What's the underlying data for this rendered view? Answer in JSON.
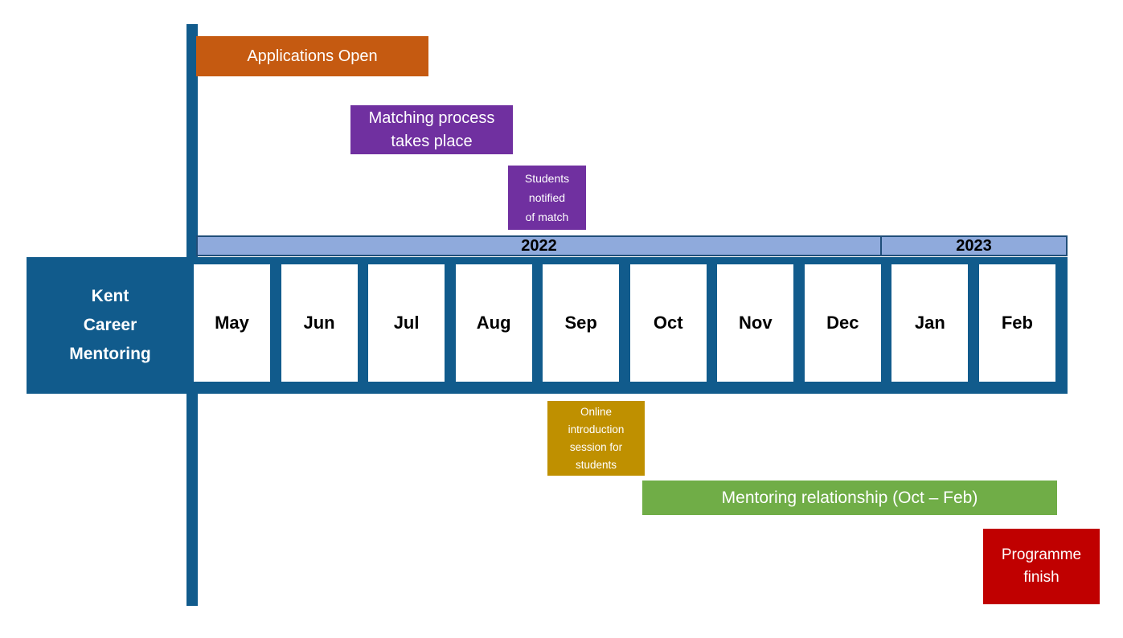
{
  "slide": {
    "title": "Kent\nCareer\nMentoring"
  },
  "year_bar": {
    "years": [
      {
        "label": "2022"
      },
      {
        "label": "2023"
      }
    ]
  },
  "months": [
    "May",
    "Jun",
    "Jul",
    "Aug",
    "Sep",
    "Oct",
    "Nov",
    "Dec",
    "Jan",
    "Feb"
  ],
  "events": {
    "applications_open": {
      "label": "Applications Open",
      "color": "#C55A11"
    },
    "matching_process": {
      "label": "Matching process\ntakes place",
      "color": "#7030A0"
    },
    "students_notified": {
      "label": "Students\nnotified\nof match",
      "color": "#7030A0"
    },
    "online_introduction": {
      "label": "Online\nintroduction\nsession for\nstudents",
      "color": "#BF9000"
    },
    "mentoring_relationship": {
      "label": "Mentoring relationship (Oct – Feb)",
      "color": "#70AD47"
    },
    "programme_finish": {
      "label": "Programme\nfinish",
      "color": "#C00000"
    }
  },
  "colors": {
    "band_blue": "#115B8C",
    "year_bar_fill": "#8FAADC",
    "year_bar_border": "#1F4E79",
    "month_cell_bg": "#FFFFFF"
  }
}
